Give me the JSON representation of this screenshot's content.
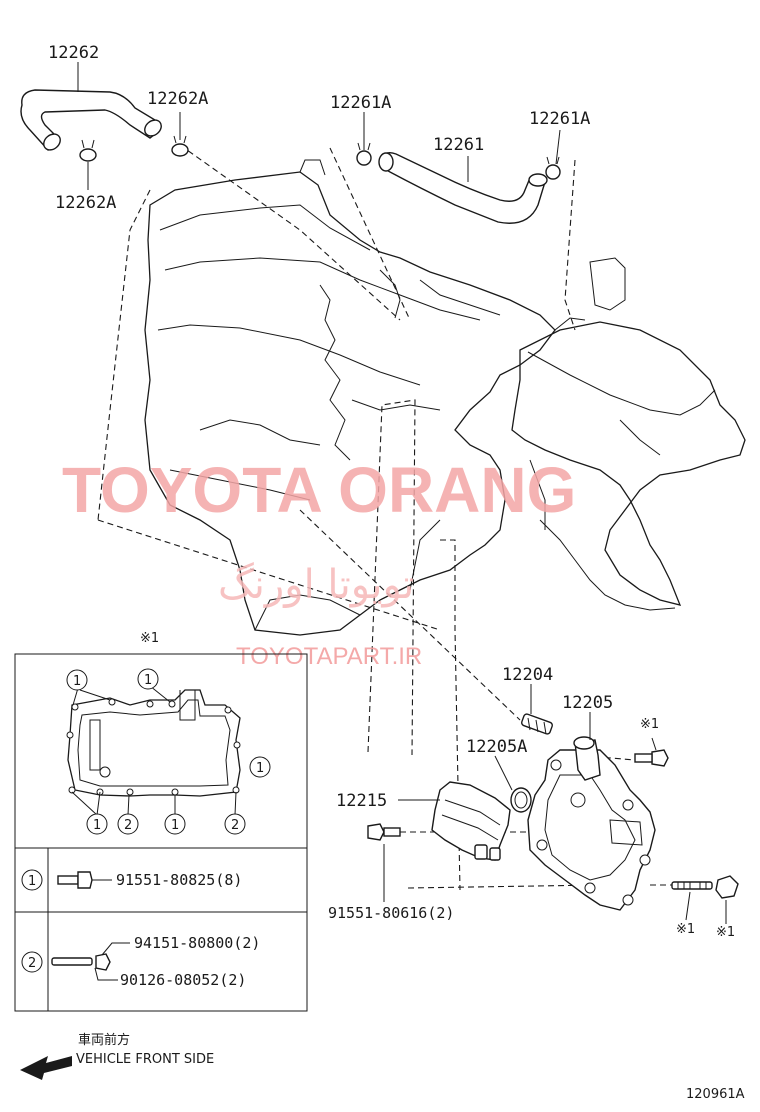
{
  "diagram": {
    "callouts": {
      "hose_upper_left": "12262",
      "clamp_upper_left_a": "12262A",
      "clamp_upper_left_b": "12262A",
      "clamp_mid_a": "12261A",
      "hose_mid": "12261",
      "clamp_right_a": "12261A",
      "valve": "12204",
      "cover": "12205",
      "seal": "12205A",
      "separator": "12215",
      "bolt_bottom": "91551-80616(2)"
    },
    "notes": {
      "note_top": "※1",
      "note_bolt": "※1",
      "note_stud": "※1",
      "note_nut": "※1",
      "box_note": "※1"
    },
    "legend": {
      "row1_num": "1",
      "row1_part": "91551-80825(8)",
      "row2_num": "2",
      "row2_part_a": "94151-80800(2)",
      "row2_part_b": "90126-08052(2)"
    },
    "gasket_markers": [
      "1",
      "1",
      "1",
      "1",
      "2",
      "1",
      "2"
    ],
    "front": {
      "jp": "車両前方",
      "en": "VEHICLE FRONT SIDE"
    },
    "figure_id": "120961A"
  },
  "watermark": {
    "title": "TOYOTA ORANG",
    "persian": "تویوتا اورنگ",
    "site": "TOYOTAPART.IR"
  }
}
